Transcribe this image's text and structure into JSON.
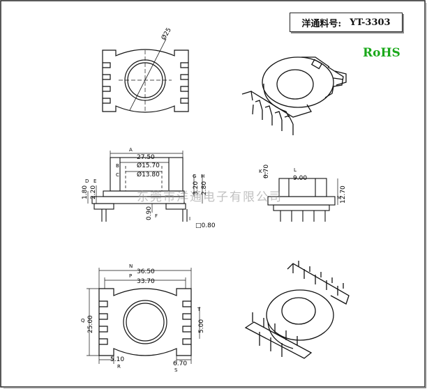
{
  "header": {
    "part_label": "洋通料号:",
    "part_number": "YT-3303"
  },
  "rohs": "RoHS",
  "watermark": "东莞市洋通电子有限公司",
  "dims": {
    "top_view": {
      "diameter": "Ø25"
    },
    "side_view": {
      "A": "27.50",
      "B": "Ø15.70",
      "C": "Ø13.80",
      "D": "1.80",
      "E": "2.20",
      "G": "3.20",
      "H": "2.80",
      "F": "0.90",
      "I": "□0.80",
      "A_letter": "A",
      "B_letter": "B",
      "C_letter": "C",
      "D_letter": "D",
      "E_letter": "E",
      "F_letter": "F",
      "G_letter": "G",
      "H_letter": "H",
      "I_letter": "I"
    },
    "end_view": {
      "K": "0.70",
      "L": "9.00",
      "M": "12.70",
      "K_letter": "K",
      "L_letter": "L",
      "M_letter": "M"
    },
    "bottom_view": {
      "N": "36.50",
      "P": "33.70",
      "Q": "25.00",
      "R": "5.10",
      "S": "6.70",
      "T": "5.00",
      "N_letter": "N",
      "P_letter": "P",
      "Q_letter": "Q",
      "R_letter": "R",
      "S_letter": "S",
      "T_letter": "T"
    }
  }
}
